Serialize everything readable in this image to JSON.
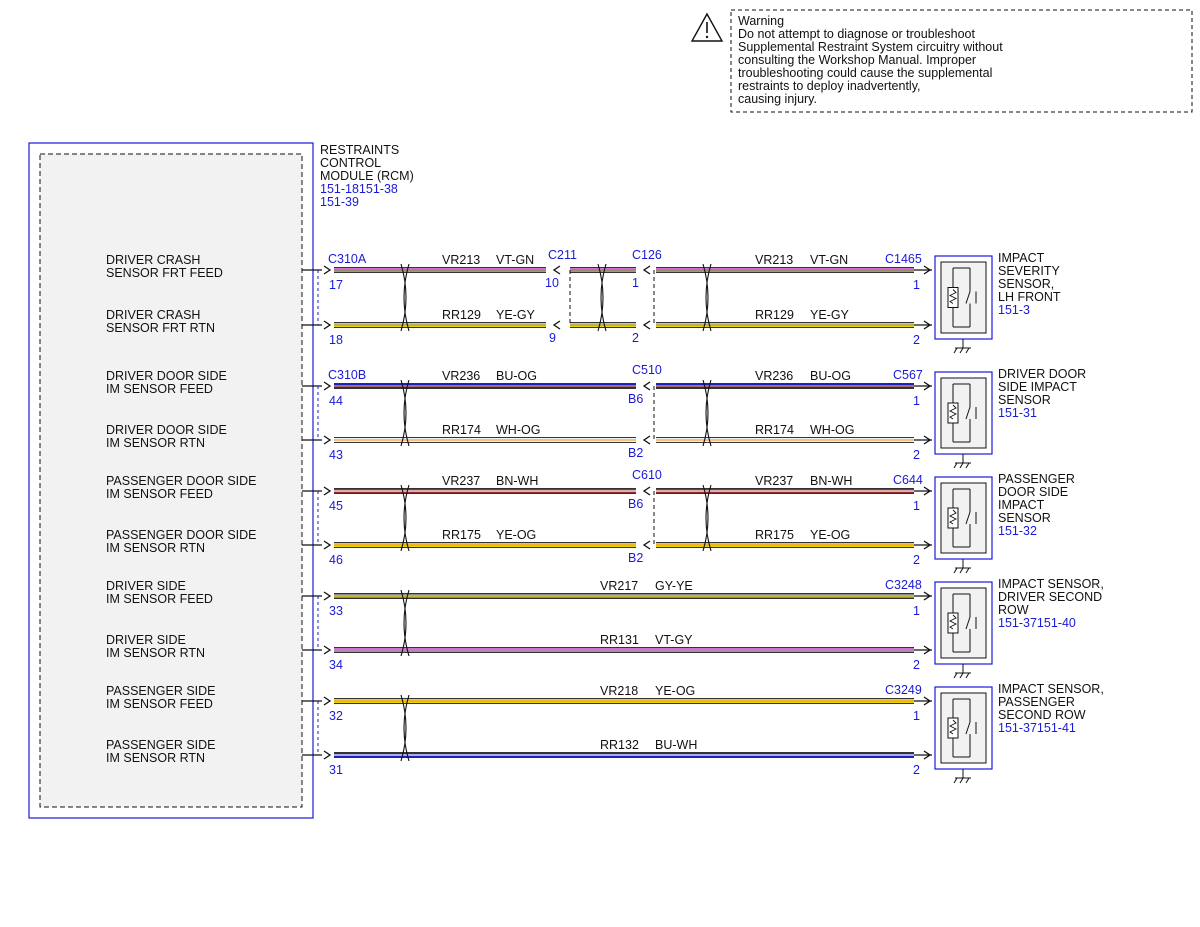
{
  "warning": {
    "lines": [
      "Warning",
      "Do not attempt to diagnose or troubleshoot",
      "Supplemental Restraint System circuitry without",
      "consulting the Workshop Manual. Improper",
      "troubleshooting could cause the supplemental",
      "restraints to deploy inadvertently,",
      "causing injury."
    ]
  },
  "module": {
    "name_lines": [
      "RESTRAINTS",
      "CONTROL",
      "MODULE (RCM)"
    ],
    "ref_lines": [
      "151-18151-38",
      "151-39"
    ]
  },
  "rows": [
    {
      "label_lines": [
        "DRIVER CRASH",
        "SENSOR FRT FEED"
      ],
      "circuit": "VR213",
      "color": "VT-GN",
      "rcm_pin": "17",
      "rcm_conn": "C310A",
      "mid": [
        {
          "conn": "C211",
          "pin": "10"
        },
        {
          "conn": "C126",
          "pin": "1"
        }
      ],
      "circuit2": "VR213",
      "color2": "VT-GN",
      "sensor_conn": "C1465",
      "sensor_pin": "1",
      "wire_base": "#d070d0",
      "wire_stripe": "#7a9e3a"
    },
    {
      "label_lines": [
        "DRIVER CRASH",
        "SENSOR FRT RTN"
      ],
      "circuit": "RR129",
      "color": "YE-GY",
      "rcm_pin": "18",
      "mid": [
        {
          "conn": "",
          "pin": "9"
        },
        {
          "conn": "",
          "pin": "2"
        }
      ],
      "circuit2": "RR129",
      "color2": "YE-GY",
      "sensor_pin": "2",
      "wire_base": "#e8d400",
      "wire_stripe": "#9a9a9a"
    },
    {
      "label_lines": [
        "DRIVER DOOR SIDE",
        "IM SENSOR FEED"
      ],
      "circuit": "VR236",
      "color": "BU-OG",
      "rcm_pin": "44",
      "rcm_conn": "C310B",
      "mid": [
        {
          "conn": "C510",
          "pin": "B6"
        }
      ],
      "circuit2": "VR236",
      "color2": "BU-OG",
      "sensor_conn": "C567",
      "sensor_pin": "1",
      "wire_base": "#2020c0",
      "wire_stripe": "#f0a040"
    },
    {
      "label_lines": [
        "DRIVER DOOR SIDE",
        "IM SENSOR RTN"
      ],
      "circuit": "RR174",
      "color": "WH-OG",
      "rcm_pin": "43",
      "mid": [
        {
          "conn": "",
          "pin": "B2"
        }
      ],
      "circuit2": "RR174",
      "color2": "WH-OG",
      "sensor_pin": "2",
      "wire_base": "#f4f4f4",
      "wire_stripe": "#f0a040"
    },
    {
      "label_lines": [
        "PASSENGER DOOR SIDE",
        "IM SENSOR FEED"
      ],
      "circuit": "VR237",
      "color": "BN-WH",
      "rcm_pin": "45",
      "mid": [
        {
          "conn": "C610",
          "pin": "B6"
        }
      ],
      "circuit2": "VR237",
      "color2": "BN-WH",
      "sensor_conn": "C644",
      "sensor_pin": "1",
      "wire_base": "#9a2a2a",
      "wire_stripe": "#ffffff"
    },
    {
      "label_lines": [
        "PASSENGER DOOR SIDE",
        "IM SENSOR RTN"
      ],
      "circuit": "RR175",
      "color": "YE-OG",
      "rcm_pin": "46",
      "mid": [
        {
          "conn": "",
          "pin": "B2"
        }
      ],
      "circuit2": "RR175",
      "color2": "YE-OG",
      "sensor_pin": "2",
      "wire_base": "#e8d400",
      "wire_stripe": "#f0a040"
    },
    {
      "label_lines": [
        "DRIVER SIDE",
        "IM SENSOR FEED"
      ],
      "circuit": "VR217",
      "color": "GY-YE",
      "rcm_pin": "33",
      "mid": [],
      "sensor_conn": "C3248",
      "sensor_pin": "1",
      "wire_base": "#8a8a8a",
      "wire_stripe": "#e8d400"
    },
    {
      "label_lines": [
        "DRIVER SIDE",
        "IM SENSOR RTN"
      ],
      "circuit": "RR131",
      "color": "VT-GY",
      "rcm_pin": "34",
      "mid": [],
      "sensor_pin": "2",
      "wire_base": "#d070d0",
      "wire_stripe": "#9a9a9a"
    },
    {
      "label_lines": [
        "PASSENGER SIDE",
        "IM SENSOR FEED"
      ],
      "circuit": "VR218",
      "color": "YE-OG",
      "rcm_pin": "32",
      "mid": [],
      "sensor_conn": "C3249",
      "sensor_pin": "1",
      "wire_base": "#e8d400",
      "wire_stripe": "#f0a040"
    },
    {
      "label_lines": [
        "PASSENGER SIDE",
        "IM SENSOR RTN"
      ],
      "circuit": "RR132",
      "color": "BU-WH",
      "rcm_pin": "31",
      "mid": [],
      "sensor_pin": "2",
      "wire_base": "#2020c0",
      "wire_stripe": "#ffffff"
    }
  ],
  "sensors": [
    {
      "name_lines": [
        "IMPACT",
        "SEVERITY",
        "SENSOR,",
        "LH FRONT"
      ],
      "ref": "151-3"
    },
    {
      "name_lines": [
        "DRIVER DOOR",
        "SIDE IMPACT",
        "SENSOR"
      ],
      "ref": "151-31"
    },
    {
      "name_lines": [
        "PASSENGER",
        "DOOR SIDE",
        "IMPACT",
        "SENSOR"
      ],
      "ref": "151-32"
    },
    {
      "name_lines": [
        "IMPACT SENSOR,",
        "DRIVER SECOND",
        "ROW"
      ],
      "ref": "151-37151-40"
    },
    {
      "name_lines": [
        "IMPACT SENSOR,",
        "PASSENGER",
        "SECOND ROW"
      ],
      "ref": "151-37151-41"
    }
  ],
  "colors": {
    "outline": "#1a1ad6",
    "text": "#111111",
    "pin_text": "#1a1ad6",
    "module_fill": "#f2f2f2"
  },
  "icons": {
    "warning": "warning-triangle-icon",
    "ground": "ground-icon",
    "sensor_switch": "impact-switch-icon"
  }
}
